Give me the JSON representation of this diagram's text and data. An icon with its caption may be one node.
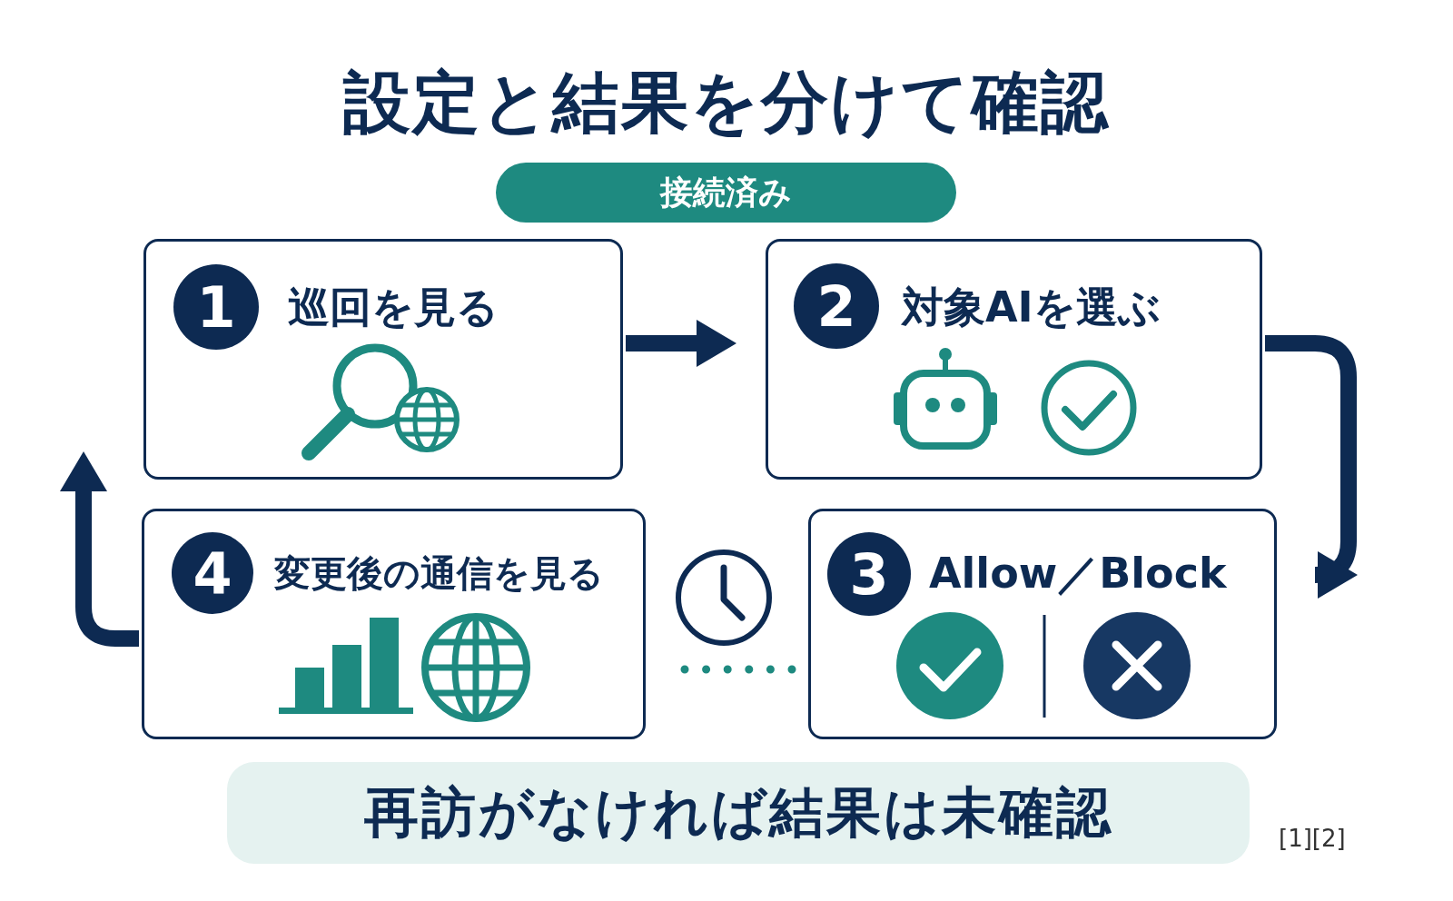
{
  "diagram": {
    "title": "設定と結果を分けて確認",
    "nodes": [
      {
        "text": [
          "接続済み"
        ]
      },
      {
        "text": [
          "巡回を見る"
        ]
      },
      {
        "text": [
          "1"
        ],
        "in": 1
      },
      {
        "text": [
          "対象AIを選ぶ"
        ]
      },
      {
        "text": [
          "2"
        ],
        "in": 3
      },
      {
        "text": [
          "変更後の通信を見る"
        ]
      },
      {
        "text": [
          "4"
        ],
        "in": 5
      },
      {
        "text": [
          "Allow／Block"
        ]
      },
      {
        "text": [
          "3"
        ],
        "in": 7
      },
      {
        "text": [
          "再訪がなければ結果は未確認"
        ]
      }
    ],
    "edges": [
      {
        "from": 1,
        "to": 3,
        "arrow": "to"
      },
      {
        "from": 3,
        "to": 7,
        "arrow": "to"
      },
      {
        "from": 5,
        "to": 1,
        "arrow": "to"
      },
      {
        "from": 7,
        "to": 5,
        "arrow": "none",
        "style": "dashed",
        "color": "#1e8a80"
      }
    ],
    "labels": [
      "[1][2]"
    ]
  }
}
